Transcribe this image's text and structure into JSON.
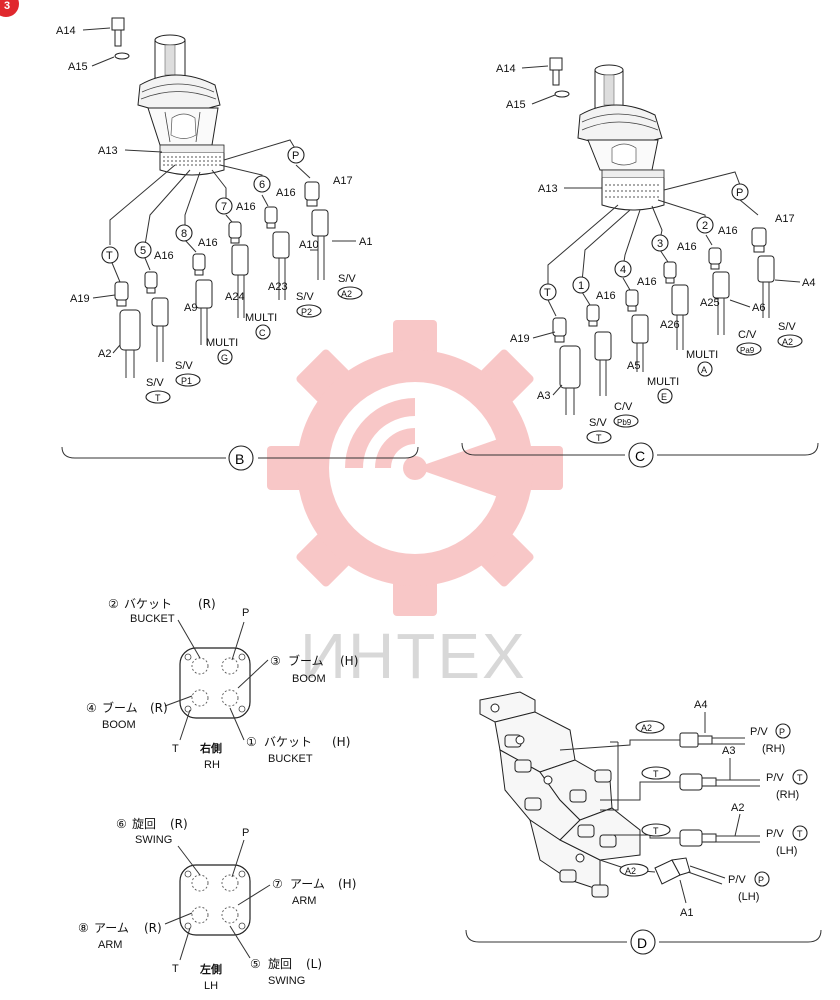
{
  "badge": "3",
  "watermark": "ИНТЕХ",
  "colors": {
    "watermark_gear": "#f39a9a",
    "badge": "#e0282e"
  },
  "section_B": {
    "title": "B",
    "parts": {
      "a14": "A14",
      "a15": "A15",
      "a13": "A13",
      "a16": "A16",
      "a17": "A17",
      "a1": "A1",
      "a10": "A10",
      "a23": "A23",
      "a24": "A24",
      "a9": "A9",
      "a19": "A19",
      "a2": "A2"
    },
    "ports": {
      "p": "P",
      "t": "T",
      "n6": "6",
      "n7": "7",
      "n8": "8",
      "n5": "5"
    },
    "dest": {
      "sv_a2": {
        "name": "S/V",
        "code": "A2"
      },
      "sv_p2": {
        "name": "S/V",
        "code": "P2"
      },
      "multi_c": {
        "name": "MULTI",
        "code": "C"
      },
      "multi_g": {
        "name": "MULTI",
        "code": "G"
      },
      "sv_p1": {
        "name": "S/V",
        "code": "P1"
      },
      "sv_t": {
        "name": "S/V",
        "code": "T"
      }
    }
  },
  "section_C": {
    "title": "C",
    "parts": {
      "a14": "A14",
      "a15": "A15",
      "a13": "A13",
      "a16": "A16",
      "a17": "A17",
      "a4": "A4",
      "a6": "A6",
      "a25": "A25",
      "a26": "A26",
      "a5": "A5",
      "a19": "A19",
      "a3": "A3"
    },
    "ports": {
      "p": "P",
      "t": "T",
      "n1": "1",
      "n2": "2",
      "n3": "3",
      "n4": "4"
    },
    "dest": {
      "sv_a2": {
        "name": "S/V",
        "code": "A2"
      },
      "cv_pa9": {
        "name": "C/V",
        "code": "Pa9"
      },
      "multi_a": {
        "name": "MULTI",
        "code": "A"
      },
      "multi_e": {
        "name": "MULTI",
        "code": "E"
      },
      "cv_pb9": {
        "name": "C/V",
        "code": "Pb9"
      },
      "sv_t": {
        "name": "S/V",
        "code": "T"
      }
    }
  },
  "pad_RH": {
    "p": "P",
    "t": "T",
    "side_jp": "右側",
    "side_en": "RH",
    "port2": {
      "num": "②",
      "jp": "バケット",
      "dir": "(R)",
      "en": "BUCKET"
    },
    "port3": {
      "num": "③",
      "jp": "ブーム",
      "dir": "(H)",
      "en": "BOOM"
    },
    "port4": {
      "num": "④",
      "jp": "ブーム",
      "dir": "(R)",
      "en": "BOOM"
    },
    "port1": {
      "num": "①",
      "jp": "バケット",
      "dir": "(H)",
      "en": "BUCKET"
    }
  },
  "pad_LH": {
    "p": "P",
    "t": "T",
    "side_jp": "左側",
    "side_en": "LH",
    "port6": {
      "num": "⑥",
      "jp": "旋回",
      "dir": "(R)",
      "en": "SWING"
    },
    "port7": {
      "num": "⑦",
      "jp": "アーム",
      "dir": "(H)",
      "en": "ARM"
    },
    "port8": {
      "num": "⑧",
      "jp": "アーム",
      "dir": "(R)",
      "en": "ARM"
    },
    "port5": {
      "num": "⑤",
      "jp": "旋回",
      "dir": "(L)",
      "en": "SWING"
    }
  },
  "section_D": {
    "title": "D",
    "parts": {
      "a4": "A4",
      "a3": "A3",
      "a2": "A2",
      "a1": "A1"
    },
    "tags": {
      "a2_top": "A2",
      "t_1": "T",
      "t_2": "T",
      "a2_bot": "A2"
    },
    "conn": [
      {
        "name": "P/V",
        "code": "P",
        "side": "(RH)"
      },
      {
        "name": "P/V",
        "code": "T",
        "side": "(RH)"
      },
      {
        "name": "P/V",
        "code": "T",
        "side": "(LH)"
      },
      {
        "name": "P/V",
        "code": "P",
        "side": "(LH)"
      }
    ]
  }
}
